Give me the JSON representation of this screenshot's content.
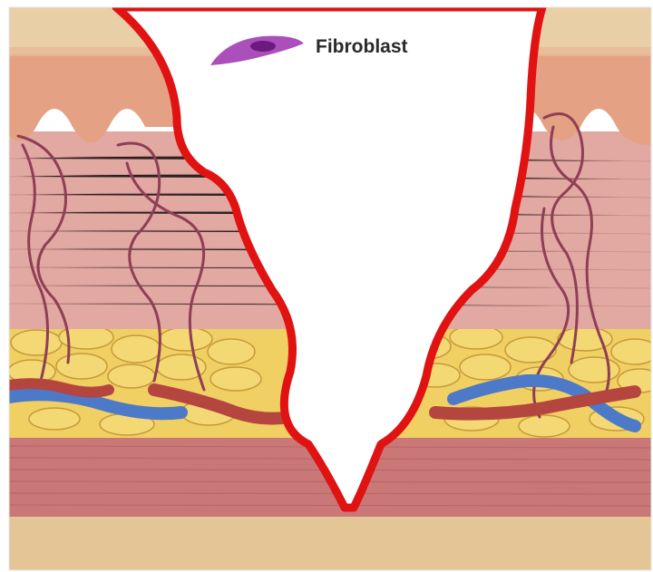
{
  "diagram": {
    "labels": {
      "fibroblast": "Fibroblast"
    },
    "layers": [
      "epidermis",
      "dermis",
      "subcutaneous-fat",
      "muscle",
      "deep-tissue"
    ],
    "colors": {
      "wound_outline": "#e01212",
      "wound_interior": "#ffffff",
      "epidermis_top": "#e9cfa6",
      "epidermis": "#e4a184",
      "dermis": "#e2a9a3",
      "dermis_lines": "#cf8e8c",
      "fat": "#f0cf63",
      "fat_outline": "#c69a3a",
      "muscle": "#c97877",
      "muscle_lines": "#b36262",
      "deep_tissue": "#e3c596",
      "artery": "#b5453f",
      "vein": "#4c79c8",
      "capillary": "#8e3f55",
      "fibroblast_cell": "#a23cb2"
    }
  }
}
